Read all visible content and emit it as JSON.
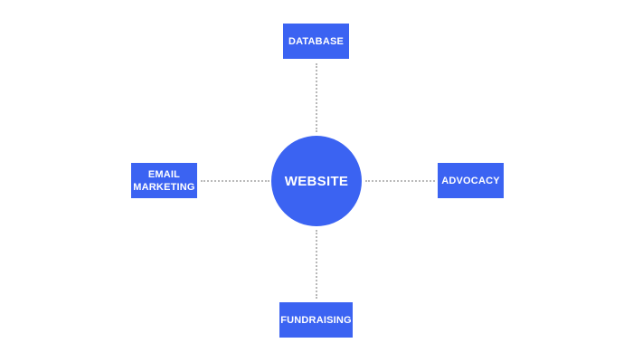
{
  "diagram": {
    "center": {
      "label": "WEBSITE"
    },
    "nodes": {
      "top": {
        "label": "DATABASE"
      },
      "right": {
        "label": "ADVOCACY"
      },
      "bottom": {
        "label": "FUNDRAISING"
      },
      "left": {
        "label_line1": "EMAIL",
        "label_line2": "MARKETING"
      }
    },
    "colors": {
      "node_fill": "#3b63f2",
      "node_text": "#ffffff",
      "connector": "#b9b9b9",
      "background": "#ffffff"
    }
  }
}
